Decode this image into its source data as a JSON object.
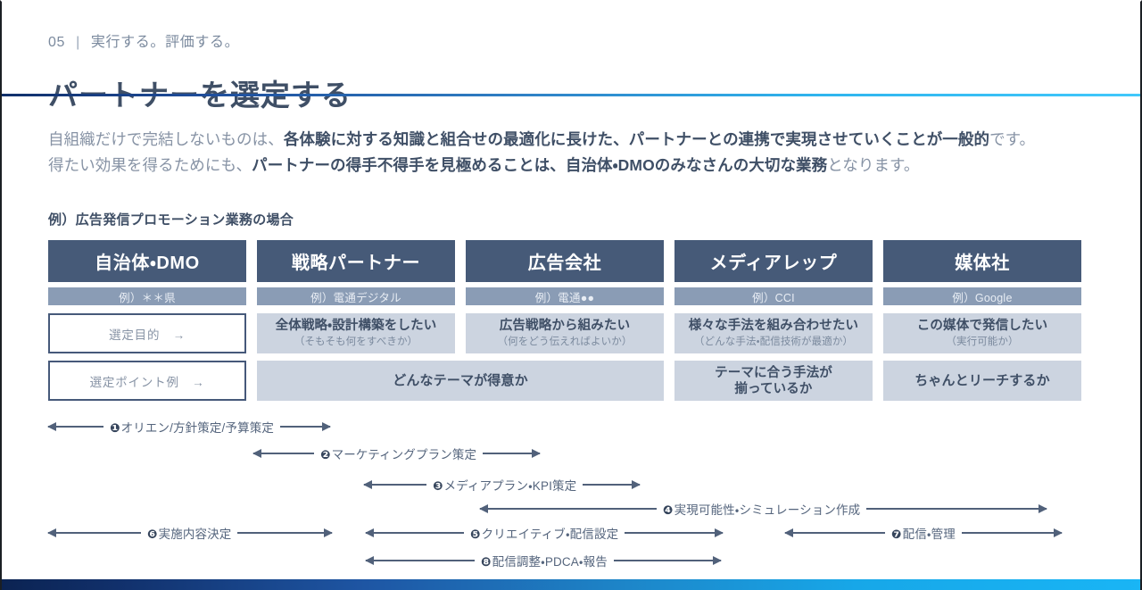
{
  "header": {
    "number": "05",
    "divider": "|",
    "subtitle": "実行する。評価する。",
    "title": "パートナーを選定する"
  },
  "lead": {
    "line1_a": "自組織だけで完結しないものは、",
    "line1_b": "各体験に対する知識と組合せの最適化に長けた、パートナーとの連携で実現させていくことが一般的",
    "line1_c": "です。",
    "line2_a": "得たい効果を得るためにも、",
    "line2_b": "パートナーの得手不得手を見極めることは、自治体・DMOのみなさんの大切な業務",
    "line2_c": "となります。"
  },
  "example_caption": "例）広告発信プロモーション業務の場合",
  "matrix": {
    "columns": [
      {
        "header": "自治体・DMO",
        "sub": "例）＊＊県"
      },
      {
        "header": "戦略パートナー",
        "sub": "例）電通デジタル"
      },
      {
        "header": "広告会社",
        "sub": "例）電通●●"
      },
      {
        "header": "メディアレップ",
        "sub": "例）CCI"
      },
      {
        "header": "媒体社",
        "sub": "例）Google"
      }
    ],
    "row_purpose": {
      "label": "選定目的　→",
      "cells": [
        {
          "main": "全体戦略・設計構築をしたい",
          "note": "（そもそも何をすべきか）"
        },
        {
          "main": "広告戦略から組みたい",
          "note": "（何をどう伝えればよいか）"
        },
        {
          "main": "様々な手法を組み合わせたい",
          "note": "（どんな手法・配信技術が最適か）"
        },
        {
          "main": "この媒体で発信したい",
          "note": "（実行可能か）"
        }
      ]
    },
    "row_points": {
      "label": "選定ポイント例　→",
      "cells": [
        {
          "main": "どんなテーマが得意か",
          "span": 2
        },
        {
          "main": "テーマに合う手法が\n揃っているか",
          "span": 1
        },
        {
          "main": "ちゃんとリーチするか",
          "span": 1
        }
      ]
    }
  },
  "flow": {
    "steps": [
      {
        "bullet": "❶",
        "label": "オリエン/方針策定/予算策定"
      },
      {
        "bullet": "❷",
        "label": "マーケティングプラン策定"
      },
      {
        "bullet": "❸",
        "label": "メディアプラン・KPI策定"
      },
      {
        "bullet": "❹",
        "label": "実現可能性・シミュレーション作成"
      },
      {
        "bullet": "❺",
        "label": "クリエイティブ・配信設定"
      },
      {
        "bullet": "❻",
        "label": "実施内容決定"
      },
      {
        "bullet": "❼",
        "label": "配信・管理"
      },
      {
        "bullet": "❽",
        "label": "配信調整・PDCA・報告"
      }
    ]
  },
  "colors": {
    "header_cell": "#465a78",
    "sub_cell": "#8a9cb5",
    "fill_cell": "#ccd4e0",
    "text_dark": "#3f4f66",
    "text_muted": "#8793a5",
    "accent_cyan": "#19b5f5",
    "accent_navy": "#0b2352"
  }
}
